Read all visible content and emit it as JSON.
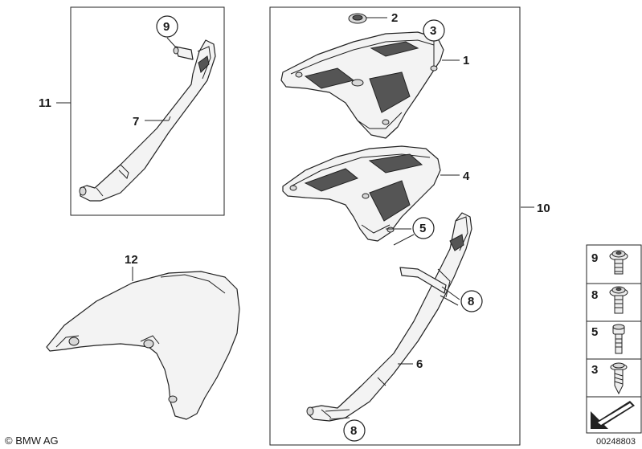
{
  "callouts": {
    "c1": "1",
    "c2": "2",
    "c3": "3",
    "c4": "4",
    "c5": "5",
    "c6": "6",
    "c7": "7",
    "c8a": "8",
    "c8b": "8",
    "c9": "9",
    "c10": "10",
    "c11": "11",
    "c12": "12"
  },
  "legend": {
    "items": [
      {
        "label": "9",
        "icon": "torx-flange-screw-icon"
      },
      {
        "label": "8",
        "icon": "torx-flange-screw-icon"
      },
      {
        "label": "5",
        "icon": "socket-head-screw-icon"
      },
      {
        "label": "3",
        "icon": "self-tapping-screw-icon"
      }
    ]
  },
  "footer": {
    "copyright": "© BMW AG",
    "doc_number": "00248803"
  },
  "colors": {
    "line": "#222222",
    "part_fill": "#f3f3f3",
    "part_dark": "#555555"
  }
}
